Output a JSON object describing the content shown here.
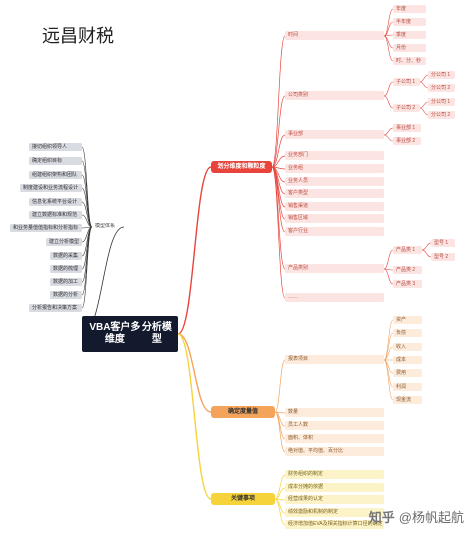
{
  "title": "远昌财税",
  "root": {
    "line1": "VBA客户多维度",
    "line2": "分析模型"
  },
  "left": {
    "group": "模型体系",
    "items": [
      "接切组织领导人",
      "确定组织目标",
      "组建组织架构和团队",
      "制度建设和业务流程设计",
      "信息化系统平台设计",
      "建立数据标准和规范",
      "和业务量值值指标和分析指标",
      "建立分析模型",
      "数据的采集",
      "数据的梳理",
      "数据的加工",
      "数据的分析",
      "分析报告和决策方案"
    ]
  },
  "branches": {
    "dim": {
      "label": "划分维度和颗粒度"
    },
    "measure": {
      "label": "确定度量值"
    },
    "key": {
      "label": "关键事项"
    }
  },
  "dim": {
    "time": {
      "label": "时间",
      "children": [
        "年度",
        "半年度",
        "季度",
        "月份",
        "时、分、秒"
      ]
    },
    "company": {
      "label": "公司类别",
      "sub1": {
        "label": "子公司 1",
        "children": [
          "分公司 1",
          "分公司 2"
        ]
      },
      "sub2": {
        "label": "子公司 2",
        "children": [
          "分公司 1",
          "分公司 2"
        ]
      }
    },
    "dept": {
      "label": "事业部",
      "children": [
        "事业部 1",
        "事业部 2"
      ]
    },
    "flat": [
      "业务部门",
      "业务组",
      "业务人员",
      "客户类型",
      "销售渠道",
      "销售区域",
      "客户行业"
    ],
    "product": {
      "label": "产品类别",
      "p1": {
        "label": "产品类 1",
        "children": [
          "型号 1",
          "型号 2"
        ]
      },
      "p2": "产品类 2",
      "p3": "产品类 3"
    },
    "more": "……"
  },
  "measure": {
    "report": {
      "label": "报表项目",
      "children": [
        "资产",
        "负债",
        "收入",
        "成本",
        "费用",
        "利润",
        "现金流"
      ]
    },
    "others": [
      "数量",
      "员工人数",
      "面积、体积",
      "绝对值、平均值、百分比"
    ]
  },
  "key": {
    "items": [
      "财务组织的制定",
      "成本分摊的依据",
      "经营成果的认定",
      "绩效激励和机制的制定",
      "经济增加值EVA及相关指标计算口径的确定"
    ]
  },
  "watermark": {
    "site": "知乎",
    "author": "@杨帆起航"
  },
  "colors": {
    "root": "#131a2e",
    "branch_dim": "#e8443b",
    "branch_measure": "#f4a35a",
    "branch_key": "#f7d33b",
    "line_red": "#e8443b",
    "line_orange": "#f4a35a",
    "line_yellow": "#f7d33b",
    "line_left": "#333333"
  }
}
